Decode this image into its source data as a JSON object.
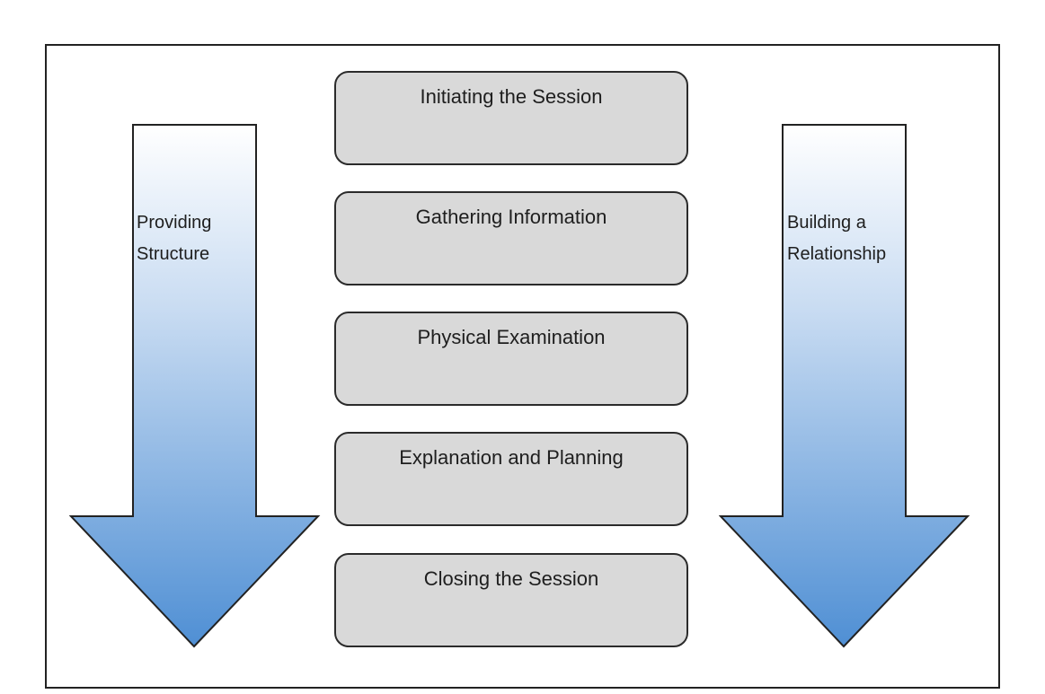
{
  "diagram": {
    "left_arrow": {
      "label": "Providing\nStructure"
    },
    "right_arrow": {
      "label": "Building a\nRelationship"
    },
    "stages": [
      "Initiating the Session",
      "Gathering Information",
      "Physical Examination",
      "Explanation and Planning",
      "Closing the Session"
    ],
    "colors": {
      "arrow_top": "#ffffff",
      "arrow_bottom": "#4f8fd4",
      "stage_fill": "#d9d9d9",
      "border": "#222222"
    }
  }
}
